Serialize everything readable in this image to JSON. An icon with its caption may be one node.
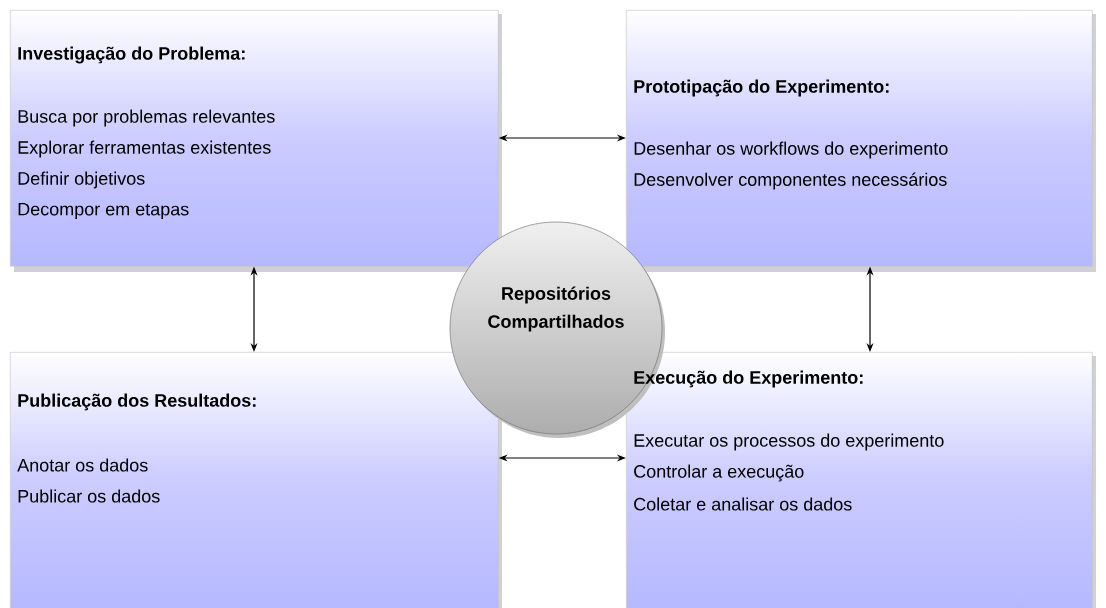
{
  "diagram": {
    "nodes": [
      {
        "text": [
          "Investigação do Problema:",
          "Busca por problemas relevantes",
          "Explorar ferramentas existentes",
          "Definir objetivos",
          "Decompor em etapas"
        ]
      },
      {
        "text": [
          "Prototipação do Experimento:",
          "Desenhar os workflows do experimento",
          "Desenvolver componentes necessários"
        ]
      },
      {
        "text": [
          "Repositórios Compartilhados"
        ]
      },
      {
        "text": [
          "Publicação dos Resultados:",
          "Anotar os dados",
          "Publicar os dados"
        ]
      },
      {
        "text": [
          "Execução do Experimento:",
          "Executar os processos do experimento",
          "Controlar a execução",
          "Coletar e analisar os dados"
        ]
      }
    ],
    "edges": [
      {
        "from": 0,
        "to": 1,
        "arrow": "both"
      },
      {
        "from": 0,
        "to": 3,
        "arrow": "both"
      },
      {
        "from": 1,
        "to": 4,
        "arrow": "both"
      },
      {
        "from": 3,
        "to": 4,
        "arrow": "both"
      }
    ]
  }
}
